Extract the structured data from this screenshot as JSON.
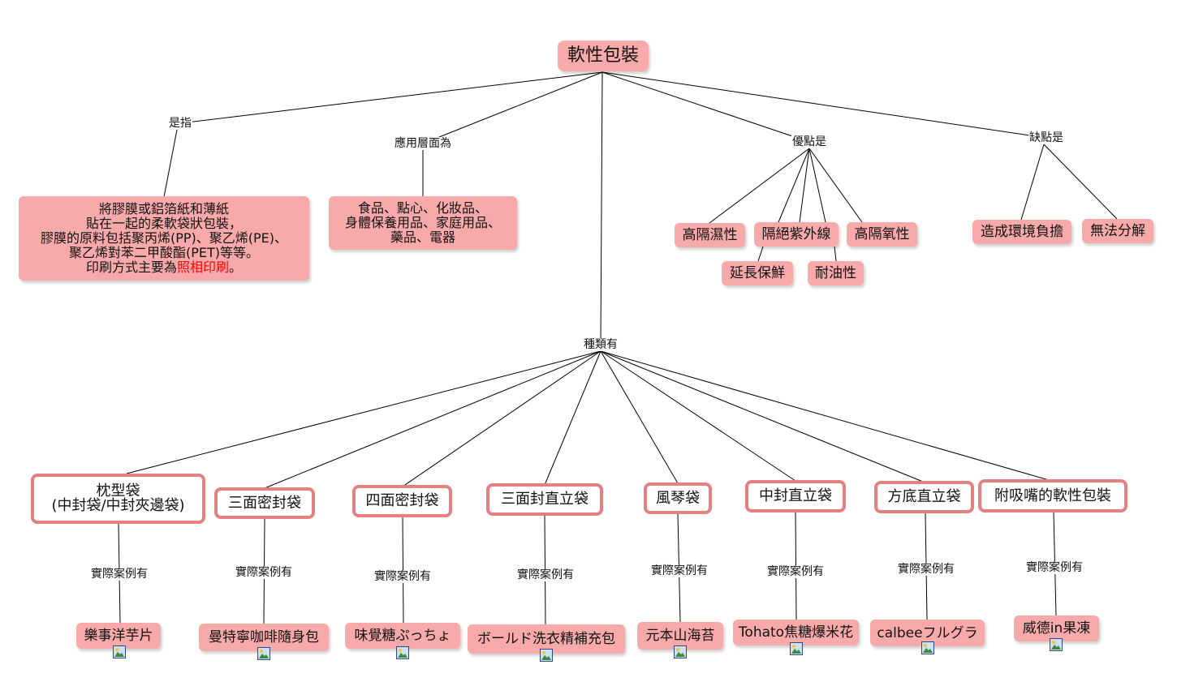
{
  "root": "軟性包裝",
  "links": {
    "is": "是指",
    "application": "應用層面為",
    "advantages": "優點是",
    "disadvantages": "缺點是",
    "types": "種類有",
    "example": "實際案例有"
  },
  "definition": {
    "line1": "將膠膜或鋁箔紙和薄紙",
    "line2": "貼在一起的柔軟袋狀包裝，",
    "line3": "膠膜的原料包括聚丙烯(PP)、聚乙烯(PE)、",
    "line4": "聚乙烯對苯二甲酸酯(PET)等等。",
    "line5_prefix": "印刷方式主要為",
    "line5_highlight": "照相印刷",
    "line5_suffix": "。"
  },
  "application": {
    "line1": "食品、點心、化妝品、",
    "line2": "身體保養用品、家庭用品、",
    "line3": "藥品、電器"
  },
  "advantages": [
    "高隔濕性",
    "隔絕紫外線",
    "高隔氧性",
    "延長保鮮",
    "耐油性"
  ],
  "disadvantages": [
    "造成環境負擔",
    "無法分解"
  ],
  "types": [
    {
      "line1": "枕型袋",
      "line2": "(中封袋/中封夾邊袋)",
      "example": "樂事洋芋片"
    },
    {
      "line1": "三面密封袋",
      "example": "曼特寧咖啡隨身包"
    },
    {
      "line1": "四面密封袋",
      "example": "味覺糖ぷっちょ"
    },
    {
      "line1": "三面封直立袋",
      "example": "ボールド洗衣精補充包"
    },
    {
      "line1": "風琴袋",
      "example": "元本山海苔"
    },
    {
      "line1": "中封直立袋",
      "example": "Tohato焦糖爆米花"
    },
    {
      "line1": "方底直立袋",
      "example": "calbeeフルグラ"
    },
    {
      "line1": "附吸嘴的軟性包裝",
      "example": "威德in果凍"
    }
  ],
  "colors": {
    "node_fill": "#f8aaaa",
    "type_border": "#e58080",
    "highlight": "#ff0000",
    "line": "#000000"
  },
  "icons": [
    "image-icon"
  ]
}
